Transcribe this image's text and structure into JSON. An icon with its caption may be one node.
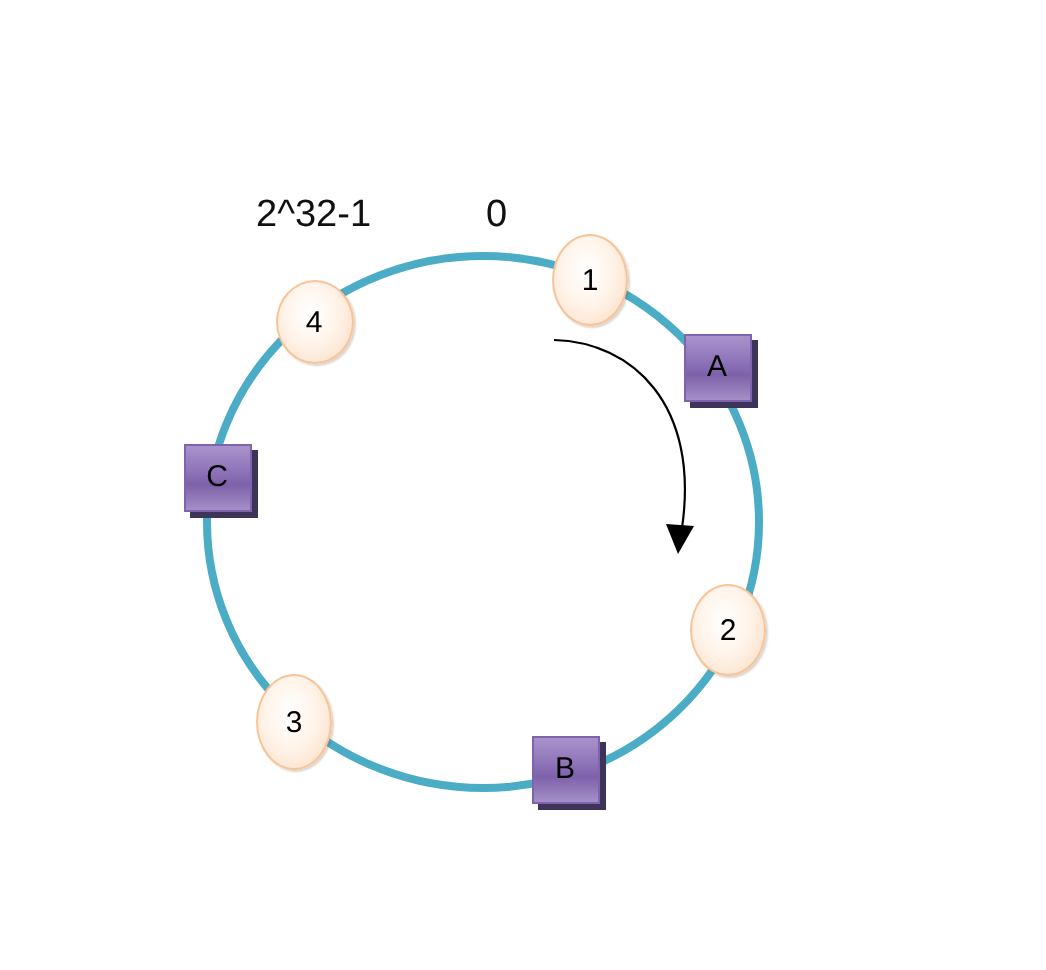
{
  "diagram": {
    "nodes": [
      {
        "text": [
          "1"
        ]
      },
      {
        "text": [
          "4"
        ]
      },
      {
        "text": [
          "A"
        ]
      },
      {
        "text": [
          "C"
        ]
      },
      {
        "text": [
          "2"
        ]
      },
      {
        "text": [
          "3"
        ]
      },
      {
        "text": [
          "B"
        ]
      }
    ],
    "labels": [
      "2^32-1",
      "0"
    ]
  }
}
